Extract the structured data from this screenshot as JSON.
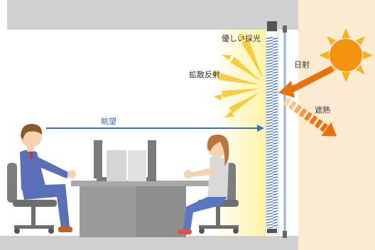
{
  "labels": {
    "soft_daylight": "優しい採光",
    "diffuse_reflection": "拡散反射",
    "view": "眺望",
    "sunlight": "日射",
    "heat_shield": "遮熱"
  },
  "colors": {
    "ceiling": "#d0d0d0",
    "floor": "#d0d0d0",
    "outside": "#fcebd3",
    "sun": "#f5920f",
    "sunlight_arrow": "#e8720d",
    "view_arrow": "#3a6fb5",
    "blind_slat": "#4a73b8",
    "daylight_glow": "#fff3a6",
    "suit": "#5a6fb8",
    "woman_top": "#d9d9d9",
    "chair": "#7d7d7d",
    "desk": "#a8a8a8"
  },
  "icons": {
    "sun": "sun-icon",
    "man": "man-figure",
    "woman": "woman-figure"
  }
}
